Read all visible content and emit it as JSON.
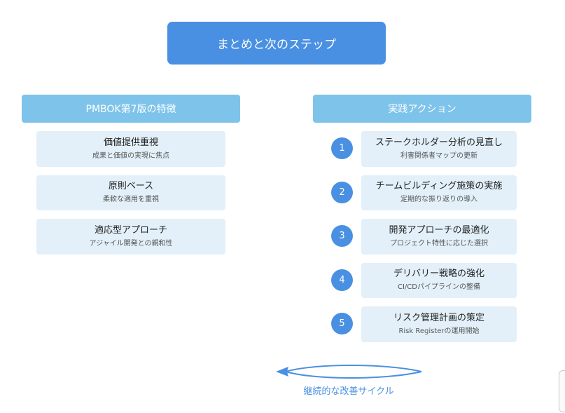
{
  "title": "まとめと次のステップ",
  "left_column": {
    "header": "PMBOK第7版の特徴",
    "items": [
      {
        "title": "価値提供重視",
        "subtitle": "成果と価値の実現に焦点"
      },
      {
        "title": "原則ベース",
        "subtitle": "柔軟な適用を重視"
      },
      {
        "title": "適応型アプローチ",
        "subtitle": "アジャイル開発との親和性"
      }
    ]
  },
  "right_column": {
    "header": "実践アクション",
    "items": [
      {
        "number": "1",
        "title": "ステークホルダー分析の見直し",
        "subtitle": "利害関係者マップの更新"
      },
      {
        "number": "2",
        "title": "チームビルディング施策の実施",
        "subtitle": "定期的な振り返りの導入"
      },
      {
        "number": "3",
        "title": "開発アプローチの最適化",
        "subtitle": "プロジェクト特性に応じた選択"
      },
      {
        "number": "4",
        "title": "デリバリー戦略の強化",
        "subtitle": "CI/CDパイプラインの整備"
      },
      {
        "number": "5",
        "title": "リスク管理計画の策定",
        "subtitle": "Risk Registerの運用開始"
      }
    ]
  },
  "cycle": {
    "label": "継続的な改善サイクル"
  },
  "colors": {
    "primary": "#4a90e2",
    "header": "#7ec3ea",
    "card": "#e3f0f9"
  }
}
